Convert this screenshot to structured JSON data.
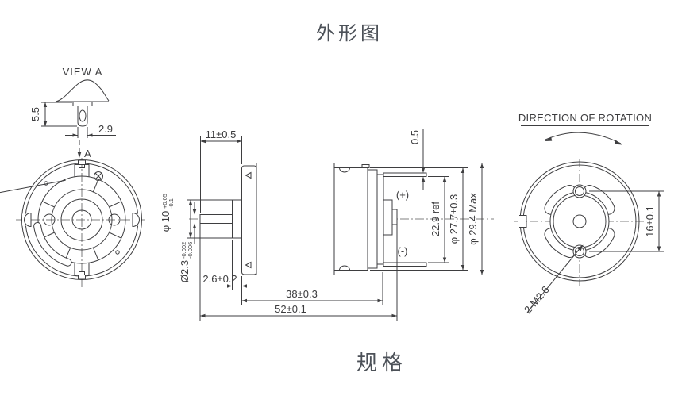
{
  "titles": {
    "outline": "外形图",
    "spec": "规格"
  },
  "view_a": {
    "title": "VIEW A",
    "dim_height": "5.5",
    "dim_width": "2.9",
    "section_arrow": "A"
  },
  "side_view": {
    "dim_shaft_protrusion": "11±0.5",
    "dim_terminal_offset": "0.5",
    "dim_boss_dia_main": "φ 10",
    "dim_boss_dia_tol_upper": "+0.05",
    "dim_boss_dia_tol_lower": "-0.1",
    "dim_shaft_dia_main": "Ø2.3",
    "dim_shaft_dia_tol_upper": "-0.002",
    "dim_shaft_dia_tol_lower": "-0.006",
    "terminal_positive": "(+)",
    "terminal_negative": "(-)",
    "dim_terminal_span": "22.9 ref",
    "dim_motor_dia": "φ 27.7±0.3",
    "dim_gearbox_dia": "φ 29.4 Max",
    "dim_boss_length": "2.6±0.2",
    "dim_body_length": "38±0.3",
    "dim_total_length": "52±0.1"
  },
  "front_view": {
    "rotation_label": "DIRECTION OF ROTATION",
    "dim_mount_hole_spacing": "16±0.1",
    "mount_hole_spec": "2-M2.6"
  }
}
